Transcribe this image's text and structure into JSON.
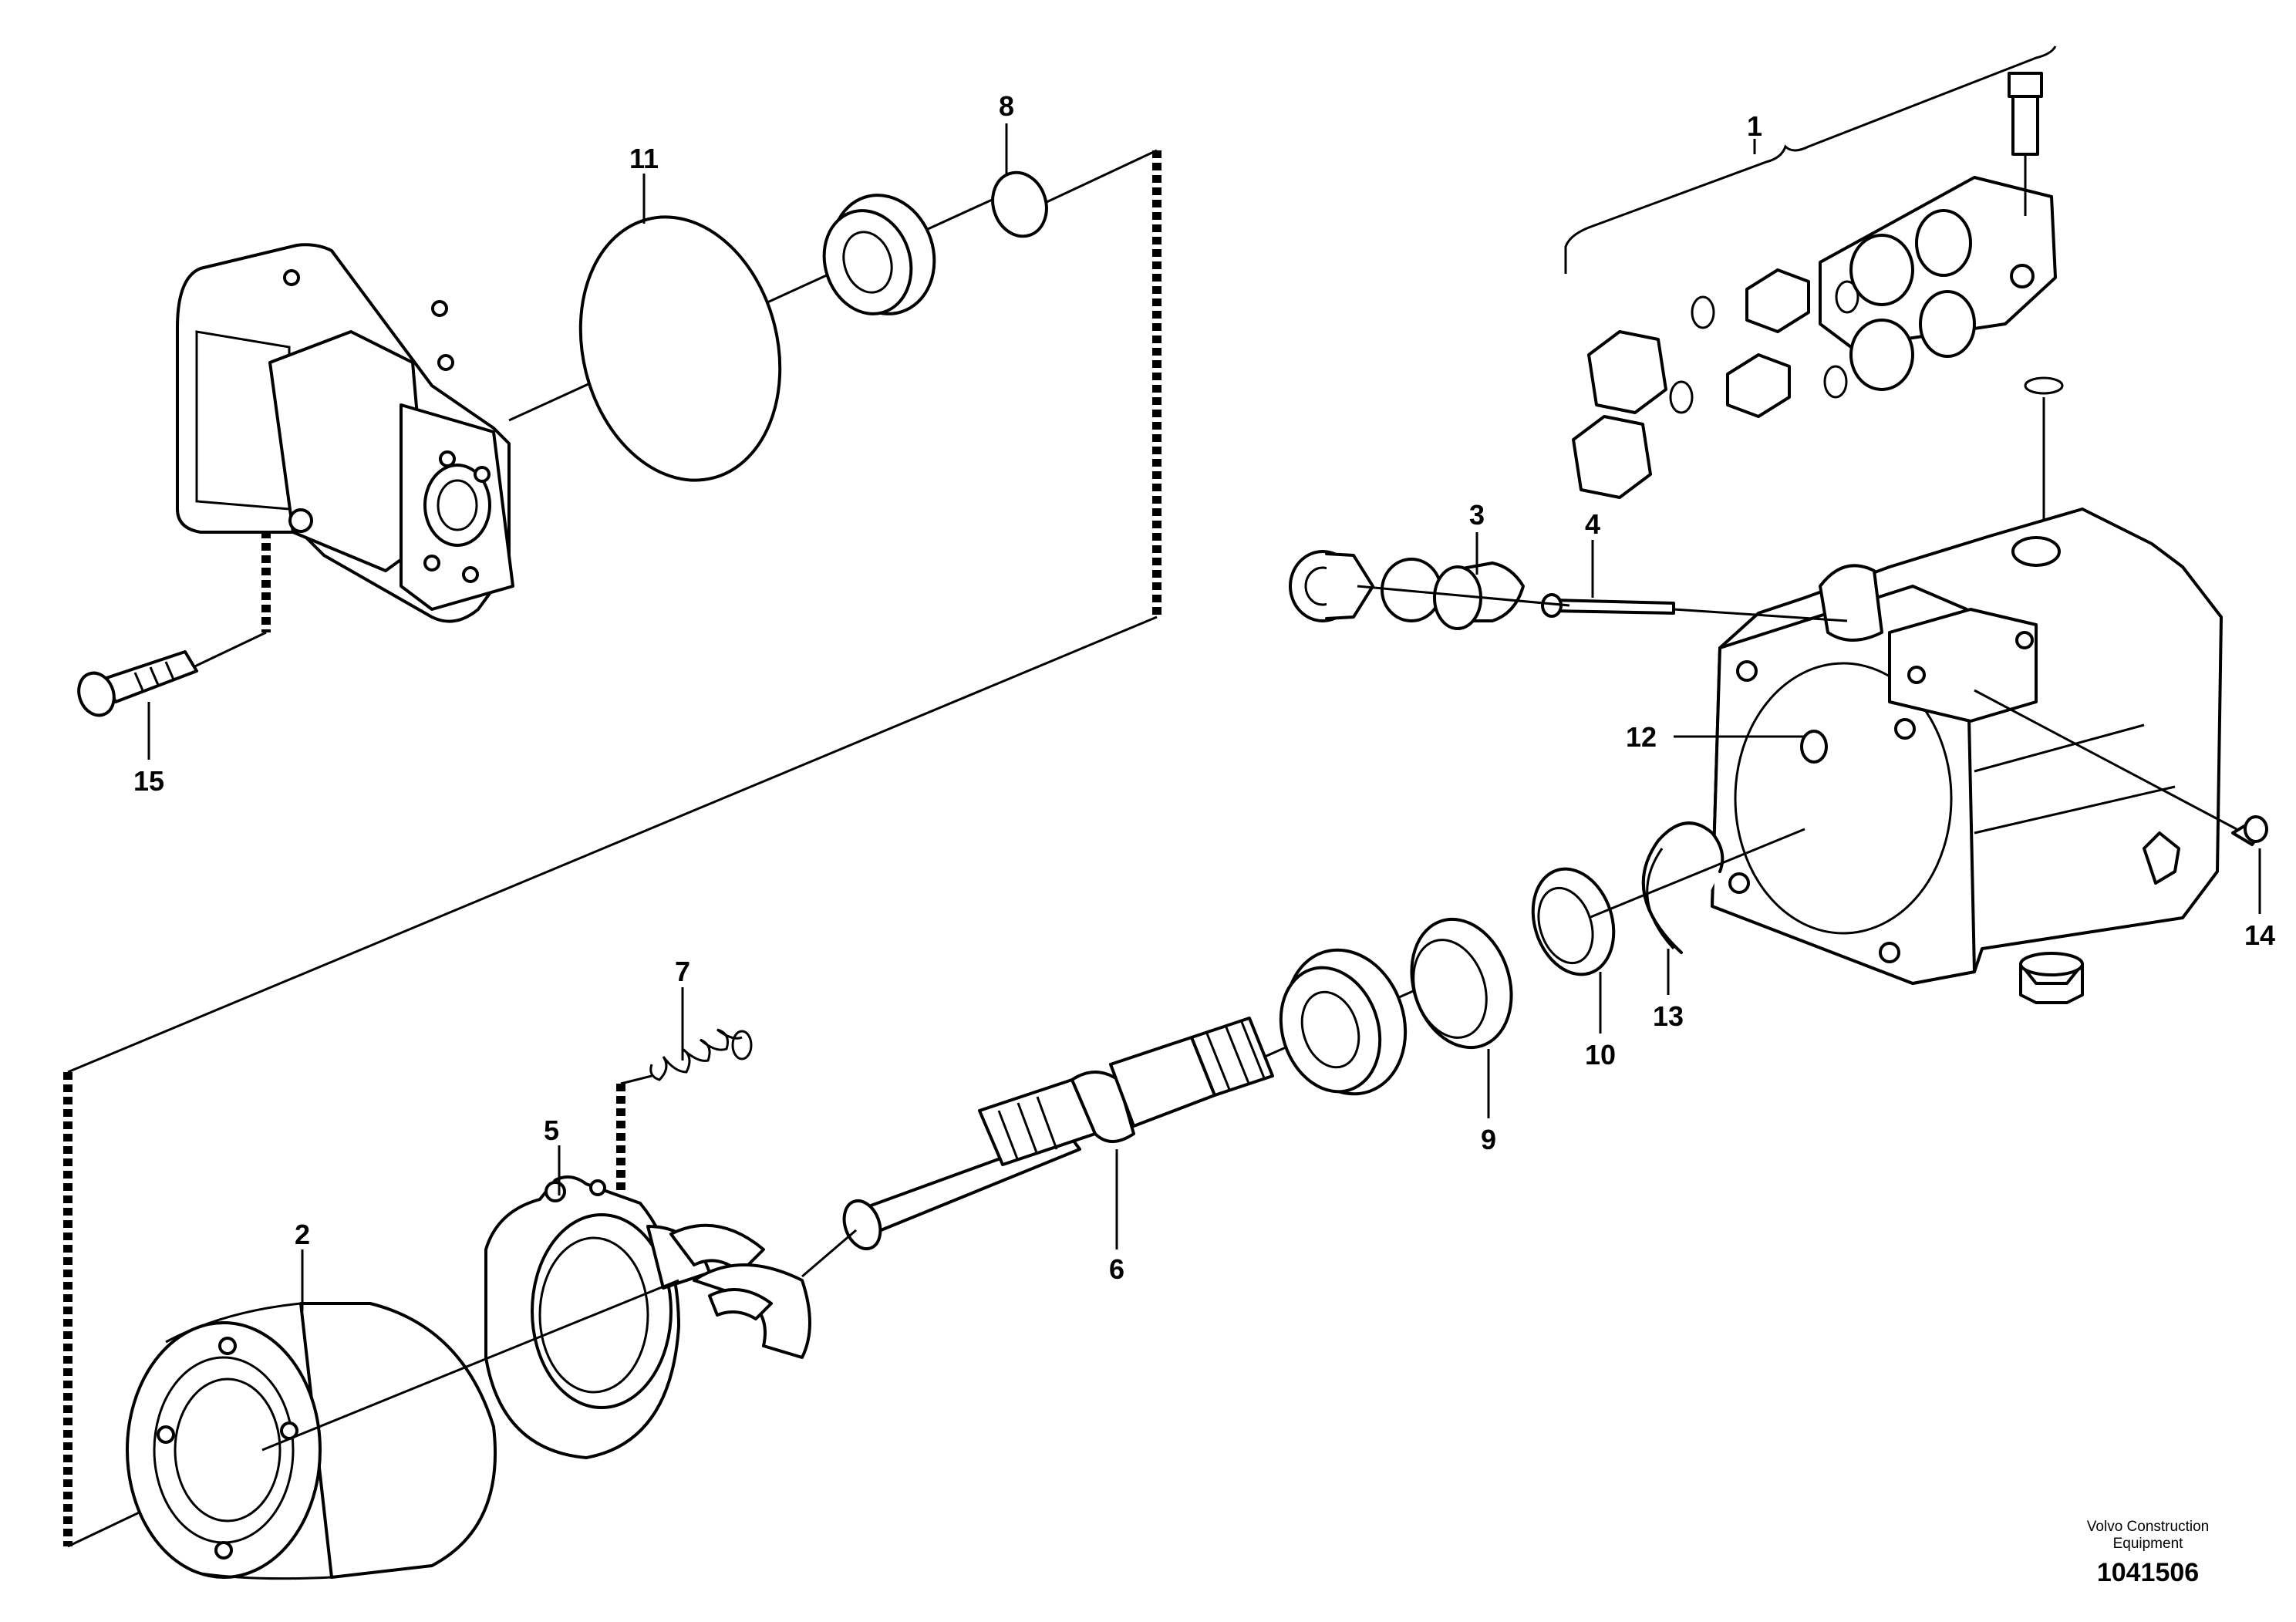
{
  "callouts": {
    "c1": "1",
    "c2": "2",
    "c3": "3",
    "c4": "4",
    "c5": "5",
    "c6": "6",
    "c7": "7",
    "c8": "8",
    "c9": "9",
    "c10": "10",
    "c11": "11",
    "c12": "12",
    "c13": "13",
    "c14": "14",
    "c15": "15"
  },
  "footer": {
    "brand_line1": "Volvo Construction",
    "brand_line2": "Equipment",
    "drawing_number": "1041506"
  }
}
